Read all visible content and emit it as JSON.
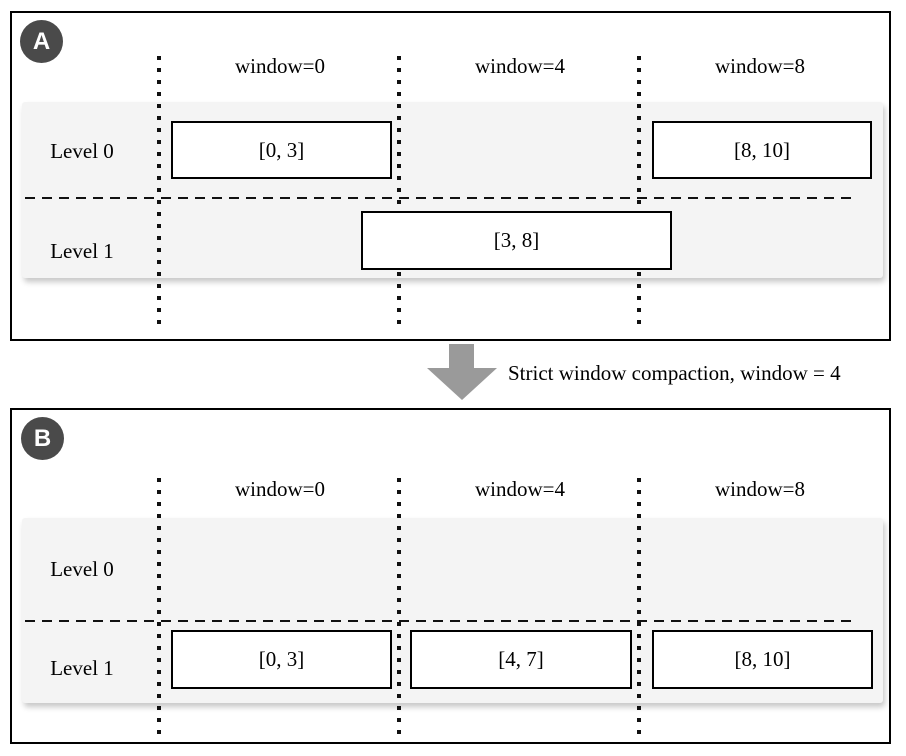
{
  "colors": {
    "badge-bg": "#4a4a4a",
    "badge-text": "#ffffff",
    "band-bg": "#f4f4f4",
    "line": "#111111",
    "arrow": "#9a9a9a",
    "box-border": "#000000",
    "box-bg": "#ffffff"
  },
  "panels": [
    {
      "badge": "A",
      "columns": [
        {
          "label": "window=0"
        },
        {
          "label": "window=4"
        },
        {
          "label": "window=8"
        }
      ],
      "rows": [
        {
          "label": "Level 0"
        },
        {
          "label": "Level 1"
        }
      ],
      "boxes": [
        {
          "label": "[0, 3]",
          "row": "Level 0",
          "column": "window=0"
        },
        {
          "label": "[8, 10]",
          "row": "Level 0",
          "column": "window=8"
        },
        {
          "label": "[3, 8]",
          "row": "Level 1",
          "column": "window=4"
        }
      ]
    },
    {
      "badge": "B",
      "columns": [
        {
          "label": "window=0"
        },
        {
          "label": "window=4"
        },
        {
          "label": "window=8"
        }
      ],
      "rows": [
        {
          "label": "Level 0"
        },
        {
          "label": "Level 1"
        }
      ],
      "boxes": [
        {
          "label": "[0, 3]",
          "row": "Level 1",
          "column": "window=0"
        },
        {
          "label": "[4, 7]",
          "row": "Level 1",
          "column": "window=4"
        },
        {
          "label": "[8, 10]",
          "row": "Level 1",
          "column": "window=8"
        }
      ]
    }
  ],
  "transition": {
    "label": "Strict window compaction, window = 4",
    "arrow_icon": "down-arrow-icon"
  }
}
